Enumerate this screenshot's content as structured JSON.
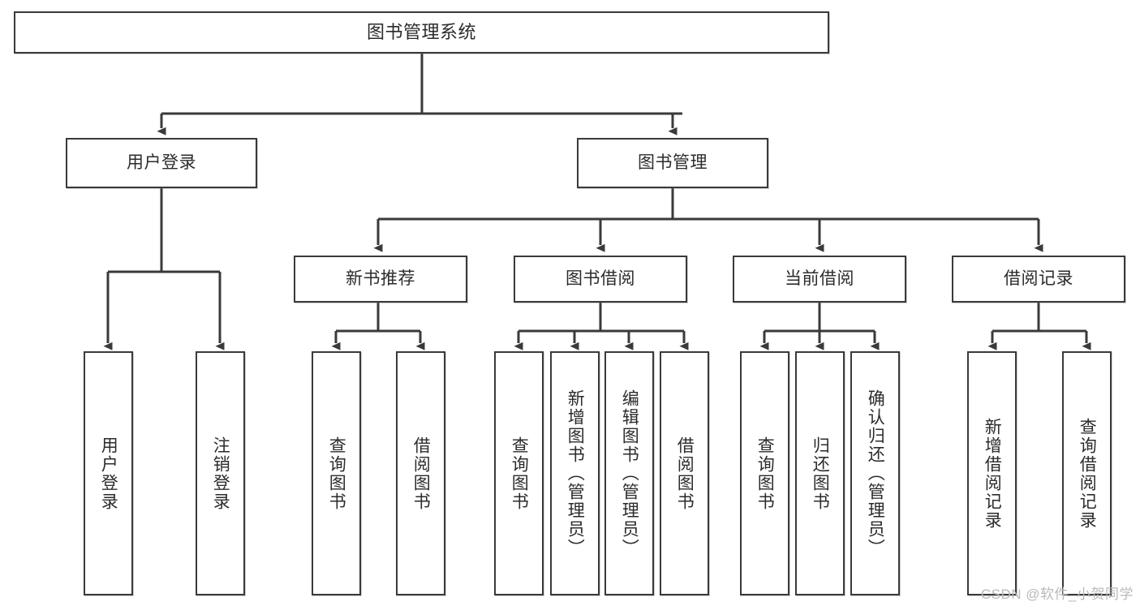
{
  "diagram": {
    "title": "图书管理系统",
    "type": "tree",
    "stroke_color": "#3a3a3a",
    "background_color": "#ffffff",
    "text_color": "#2b2b2b"
  },
  "nodes": {
    "root": {
      "label": "图书管理系统"
    },
    "level1": [
      {
        "id": "user-login",
        "label": "用户登录"
      },
      {
        "id": "book-manage",
        "label": "图书管理"
      }
    ],
    "level2": [
      {
        "id": "new-book-recommend",
        "label": "新书推荐"
      },
      {
        "id": "book-borrow",
        "label": "图书借阅"
      },
      {
        "id": "current-borrow",
        "label": "当前借阅"
      },
      {
        "id": "borrow-record",
        "label": "借阅记录"
      }
    ],
    "leaves": {
      "user_login": [
        {
          "id": "leaf-user-login",
          "label": "用户登录"
        },
        {
          "id": "leaf-logout",
          "label": "注销登录"
        }
      ],
      "new_book_recommend": [
        {
          "id": "leaf-query-book-1",
          "label": "查询图书"
        },
        {
          "id": "leaf-borrow-book-1",
          "label": "借阅图书"
        }
      ],
      "book_borrow": [
        {
          "id": "leaf-query-book-2",
          "label": "查询图书"
        },
        {
          "id": "leaf-add-book",
          "label": "新增图书（管理员）"
        },
        {
          "id": "leaf-edit-book",
          "label": "编辑图书（管理员）"
        },
        {
          "id": "leaf-borrow-book-2",
          "label": "借阅图书"
        }
      ],
      "current_borrow": [
        {
          "id": "leaf-query-book-3",
          "label": "查询图书"
        },
        {
          "id": "leaf-return-book",
          "label": "归还图书"
        },
        {
          "id": "leaf-confirm-return",
          "label": "确认归还（管理员）"
        }
      ],
      "borrow_record": [
        {
          "id": "leaf-add-record",
          "label": "新增借阅记录"
        },
        {
          "id": "leaf-query-record",
          "label": "查询借阅记录"
        }
      ]
    }
  },
  "watermark": {
    "text": "CSDN @软件_小贺同学"
  }
}
